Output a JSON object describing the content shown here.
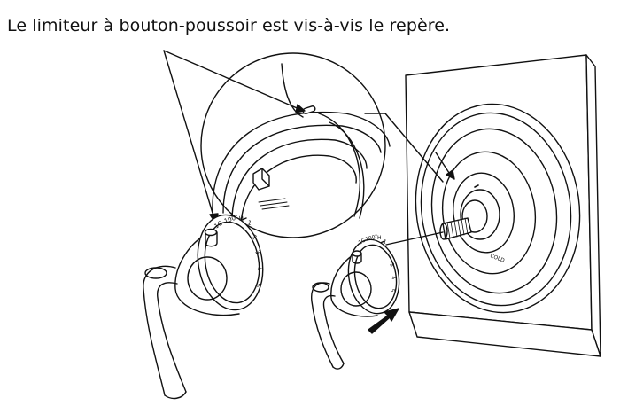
{
  "caption": "Le limiteur à bouton-poussoir est vis-à-vis le repère.",
  "dial_left": [
    "1C",
    "100°",
    "H",
    "1",
    "2",
    "3",
    "4",
    "5"
  ],
  "dial_mid": [
    "1C",
    "100°",
    "H",
    "1",
    "2",
    "3",
    "4",
    "5"
  ],
  "wall_label": "COLD",
  "colors": {
    "ink": "#111111",
    "paper": "#ffffff"
  }
}
